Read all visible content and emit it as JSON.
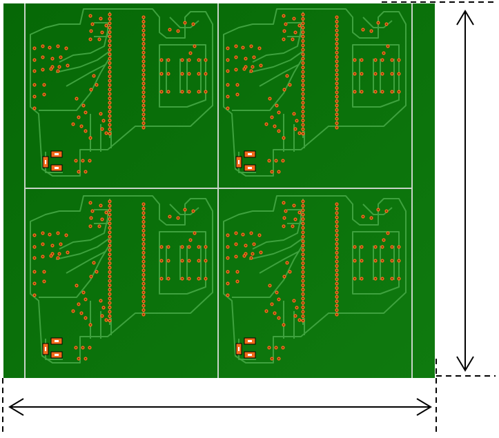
{
  "board": {
    "panel_grid": [
      2,
      2
    ],
    "colors": {
      "substrate": "#0f7a0f",
      "substrate_dark": "#066806",
      "trace": "#3fa23f",
      "pad": "#f26a1b",
      "pad_hole": "#3a1a05",
      "divider": "#c8d4c8",
      "outline": "#000000"
    }
  },
  "dimensions": {
    "width_arrow_icon": "double-headed-arrow-horizontal",
    "height_arrow_icon": "double-headed-arrow-vertical",
    "guide_style": "dashed"
  }
}
